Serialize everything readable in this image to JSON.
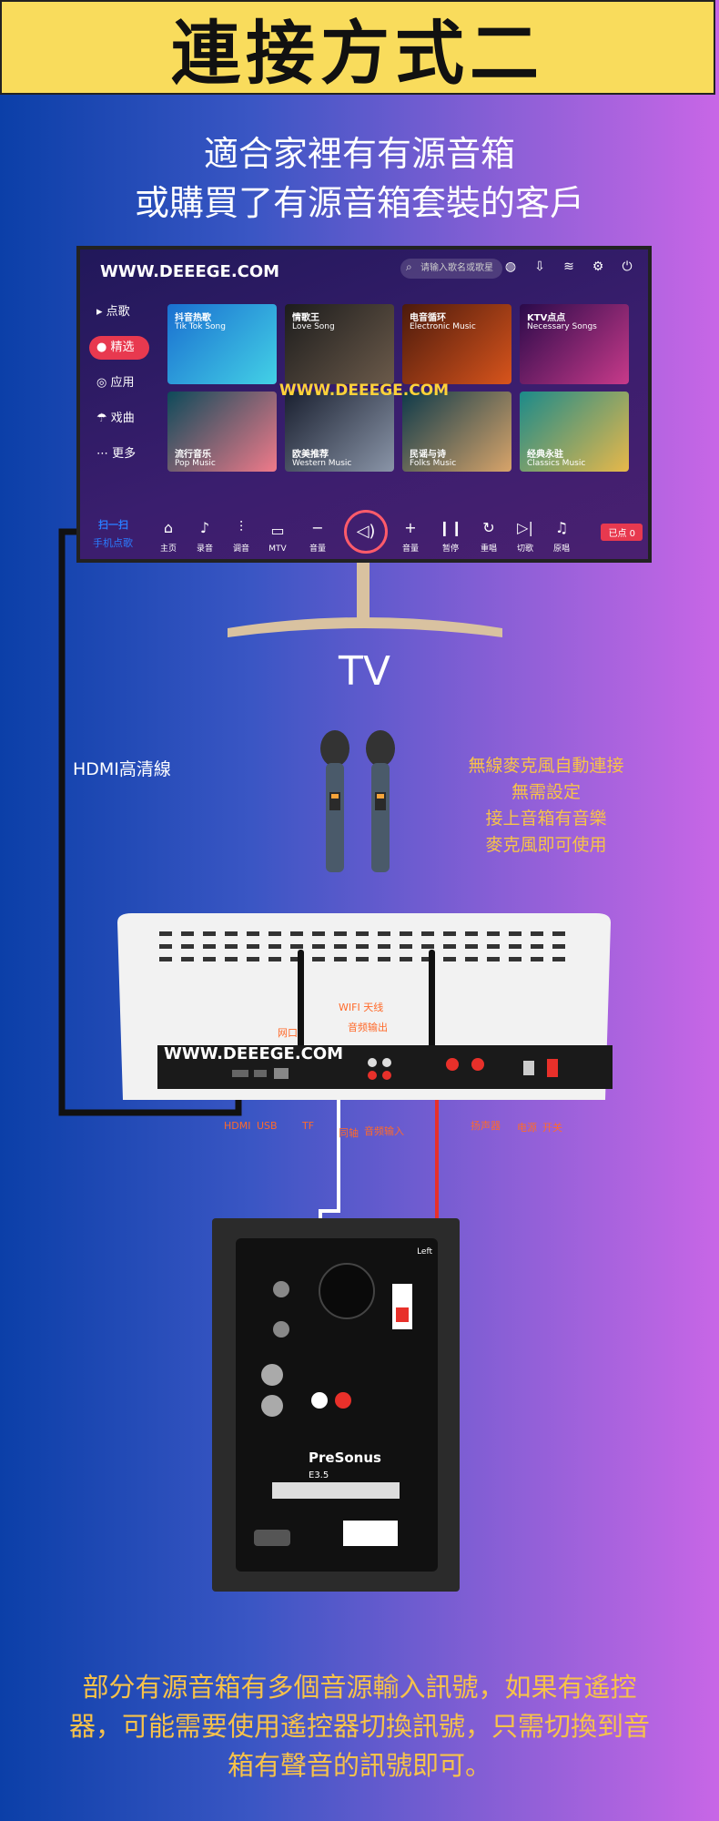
{
  "banner": {
    "title": "連接方式二"
  },
  "subtitle": {
    "line1": "適合家裡有有源音箱",
    "line2": "或購買了有源音箱套裝的客戶"
  },
  "tv_screen": {
    "url": "WWW.DEEEGE.COM",
    "search_placeholder": "请输入歌名或歌星",
    "watermark": "WWW.DEEEGE.COM",
    "side_menu": [
      "点歌",
      "精选",
      "应用",
      "戏曲",
      "更多"
    ],
    "active_menu": "精选",
    "tiles": [
      {
        "cn": "抖音热歌",
        "en": "Tik Tok Song",
        "color_a": "#1a6fd0",
        "color_b": "#43d1e6"
      },
      {
        "cn": "情歌王",
        "en": "Love Song",
        "color_a": "#1c1c1c",
        "color_b": "#6b5a4a"
      },
      {
        "cn": "电音循环",
        "en": "Electronic Music",
        "color_a": "#4b1a0c",
        "color_b": "#d8541c"
      },
      {
        "cn": "KTV点点",
        "en": "Necessary Songs",
        "color_a": "#2a0a4a",
        "color_b": "#c83a8a"
      },
      {
        "cn": "流行音乐",
        "en": "Pop Music",
        "color_a": "#0d4a5a",
        "color_b": "#f07a8a"
      },
      {
        "cn": "欧美推荐",
        "en": "Western Music",
        "color_a": "#1a2030",
        "color_b": "#8a95a8"
      },
      {
        "cn": "民谣与诗",
        "en": "Folks Music",
        "color_a": "#0e3a4a",
        "color_b": "#d8a46a"
      },
      {
        "cn": "经典永驻",
        "en": "Classics Music",
        "color_a": "#1b8a8a",
        "color_b": "#e8b84a"
      }
    ],
    "bottom_bar": [
      "主页",
      "录音",
      "调音",
      "MTV",
      "音量",
      "音量",
      "暂停",
      "重唱",
      "切歌",
      "原唱"
    ],
    "ordered_label": "已点 0",
    "qr_line1": "扫一扫",
    "qr_line2": "手机点歌"
  },
  "tv_label": "TV",
  "hdmi_label": "HDMI高清線",
  "mic_text": [
    "無線麥克風自動連接",
    "無需設定",
    "接上音箱有音樂",
    "麥克風即可使用"
  ],
  "box": {
    "url": "WWW.DEEEGE.COM",
    "annotations": {
      "wifi": "WIFI 天线",
      "lan": "网口",
      "audio_out": "音频输出",
      "hdmi": "HDMI",
      "usb": "USB",
      "tf": "TF",
      "coax": "同轴",
      "audio_in": "音频输入",
      "speaker_out": "扬声器",
      "power": "电源",
      "switch": "开关"
    }
  },
  "speaker": {
    "brand": "PreSonus",
    "model": "E3.5",
    "side": "Left"
  },
  "footer": {
    "line1": "部分有源音箱有多個音源輸入訊號，如果有遙控",
    "line2": "器，可能需要使用遙控器切換訊號，只需切換到音",
    "line3": "箱有聲音的訊號即可。"
  },
  "colors": {
    "banner": "#f9dc5c",
    "accent_text": "#f7c24a",
    "cable_red": "#e8302a",
    "cable_white": "#ffffff",
    "annotation": "#ff6a2a"
  }
}
